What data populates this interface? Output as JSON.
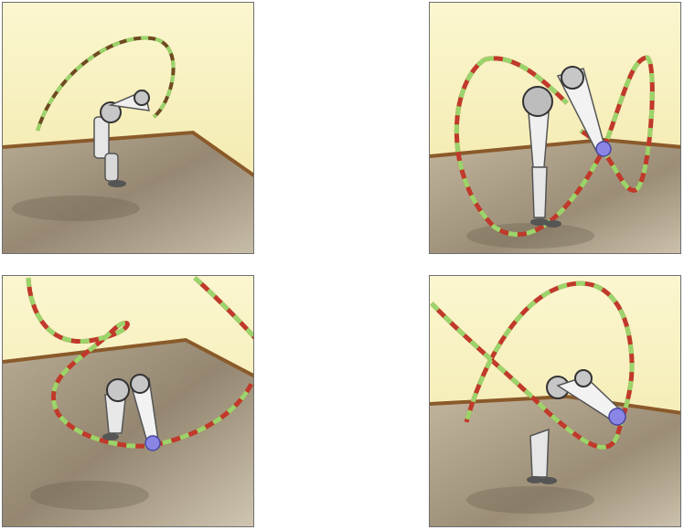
{
  "figure": {
    "panels": [
      {
        "id": "p1",
        "scene": "robot-swinging-rope"
      },
      {
        "id": "p2",
        "scene": "robot-swinging-rope"
      },
      {
        "id": "p3",
        "scene": "robot-swinging-rope"
      },
      {
        "id": "p4",
        "scene": "robot-swinging-rope"
      }
    ],
    "colors": {
      "wall": "#f6eeb2",
      "floor": "#a89a82",
      "baseboard": "#8a5a2a",
      "rope_red": "#c0392b",
      "rope_green": "#9bd46a",
      "ball": "#8a86e6"
    }
  }
}
